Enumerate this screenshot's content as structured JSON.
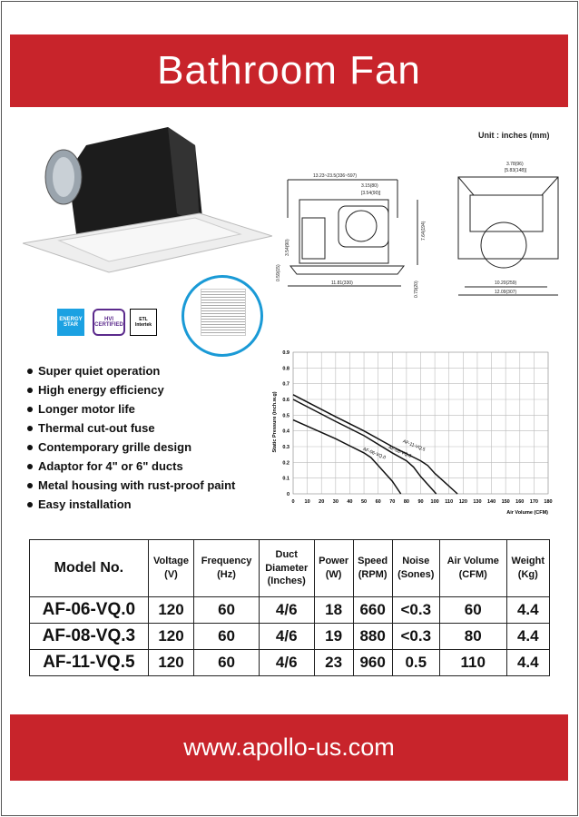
{
  "header": {
    "title": "Bathroom Fan"
  },
  "unit_label": "Unit : inches (mm)",
  "dimensions": {
    "side": [
      "13.23~23.5(336~597)",
      "3.15(80)",
      "[3.54(90)]",
      "7.64(194)",
      "3.54(90)",
      "0.59(15)",
      "11.81(330)",
      "0.79(20)"
    ],
    "front": [
      "3.78(96)",
      "[5.83(148)]",
      "10.20(259)",
      "12.09(307)"
    ]
  },
  "certifications": [
    {
      "name": "energy-star",
      "text": "ENERGY STAR"
    },
    {
      "name": "hvi",
      "text": "HVI CERTIFIED"
    },
    {
      "name": "etl",
      "text": "ETL Intertek"
    }
  ],
  "features": [
    "Super quiet operation",
    "High energy efficiency",
    "Longer motor life",
    "Thermal cut-out fuse",
    "Contemporary grille design",
    "Adaptor for 4\" or 6\" ducts",
    "Metal housing with rust-proof paint",
    "Easy installation"
  ],
  "chart_data": {
    "type": "line",
    "xlabel": "Air Volume (CFM)",
    "ylabel": "Static  Pressure (inch.w.g)",
    "xlim": [
      0,
      180
    ],
    "ylim": [
      0,
      0.9
    ],
    "xticks": [
      0,
      10,
      20,
      30,
      40,
      50,
      60,
      70,
      80,
      90,
      100,
      110,
      120,
      130,
      140,
      150,
      160,
      170,
      180
    ],
    "yticks": [
      "0",
      "0.1",
      "0.2",
      "0.3",
      "0.4",
      "0.5",
      "0.6",
      "0.7",
      "0.8",
      "0.9"
    ],
    "grid": true,
    "series": [
      {
        "name": "AF-11-VQ.5",
        "points": [
          [
            0,
            0.63
          ],
          [
            30,
            0.49
          ],
          [
            50,
            0.4
          ],
          [
            70,
            0.3
          ],
          [
            90,
            0.21
          ],
          [
            95,
            0.18
          ],
          [
            100,
            0.13
          ],
          [
            105,
            0.09
          ],
          [
            116,
            0
          ]
        ]
      },
      {
        "name": "AF-08-VQ.3",
        "points": [
          [
            0,
            0.6
          ],
          [
            30,
            0.46
          ],
          [
            50,
            0.37
          ],
          [
            70,
            0.26
          ],
          [
            80,
            0.21
          ],
          [
            85,
            0.17
          ],
          [
            90,
            0.11
          ],
          [
            101,
            0
          ]
        ]
      },
      {
        "name": "AF-06-VQ.0",
        "points": [
          [
            0,
            0.47
          ],
          [
            30,
            0.35
          ],
          [
            50,
            0.26
          ],
          [
            55,
            0.23
          ],
          [
            60,
            0.18
          ],
          [
            70,
            0.08
          ],
          [
            76,
            0
          ]
        ]
      }
    ]
  },
  "table": {
    "headers": [
      [
        "Model No."
      ],
      [
        "Voltage",
        "(V)"
      ],
      [
        "Frequency",
        "(Hz)"
      ],
      [
        "Duct",
        "Diameter",
        "(Inches)"
      ],
      [
        "Power",
        "(W)"
      ],
      [
        "Speed",
        "(RPM)"
      ],
      [
        "Noise",
        "(Sones)"
      ],
      [
        "Air Volume",
        "(CFM)"
      ],
      [
        "Weight",
        "(Kg)"
      ]
    ],
    "rows": [
      [
        "AF-06-VQ.0",
        "120",
        "60",
        "4/6",
        "18",
        "660",
        "<0.3",
        "60",
        "4.4"
      ],
      [
        "AF-08-VQ.3",
        "120",
        "60",
        "4/6",
        "19",
        "880",
        "<0.3",
        "80",
        "4.4"
      ],
      [
        "AF-11-VQ.5",
        "120",
        "60",
        "4/6",
        "23",
        "960",
        "0.5",
        "110",
        "4.4"
      ]
    ]
  },
  "footer": {
    "url": "www.apollo-us.com"
  },
  "colors": {
    "brand_red": "#c8242b",
    "accent_blue": "#1a9ad6"
  }
}
